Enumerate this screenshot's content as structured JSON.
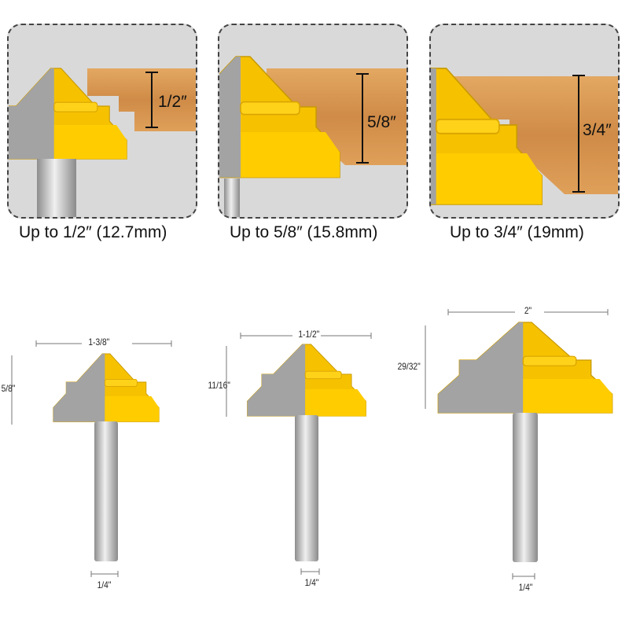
{
  "panels": [
    {
      "dimension": "1/2″",
      "caption": "Up to 1/2″ (12.7mm)"
    },
    {
      "dimension": "5/8″",
      "caption": "Up to 5/8″ (15.8mm)"
    },
    {
      "dimension": "3/4″",
      "caption": "Up to 3/4″ (19mm)"
    }
  ],
  "bits": [
    {
      "width": "1-3/8\"",
      "height": "5/8\"",
      "shank": "1/4\""
    },
    {
      "width": "1-1/2\"",
      "height": "11/16\"",
      "shank": "1/4\""
    },
    {
      "width": "2\"",
      "height": "29/32\"",
      "shank": "1/4\""
    }
  ],
  "colors": {
    "yellow": "#f6c200",
    "steel": "#9c9c9c",
    "wood": "#d9954f"
  }
}
